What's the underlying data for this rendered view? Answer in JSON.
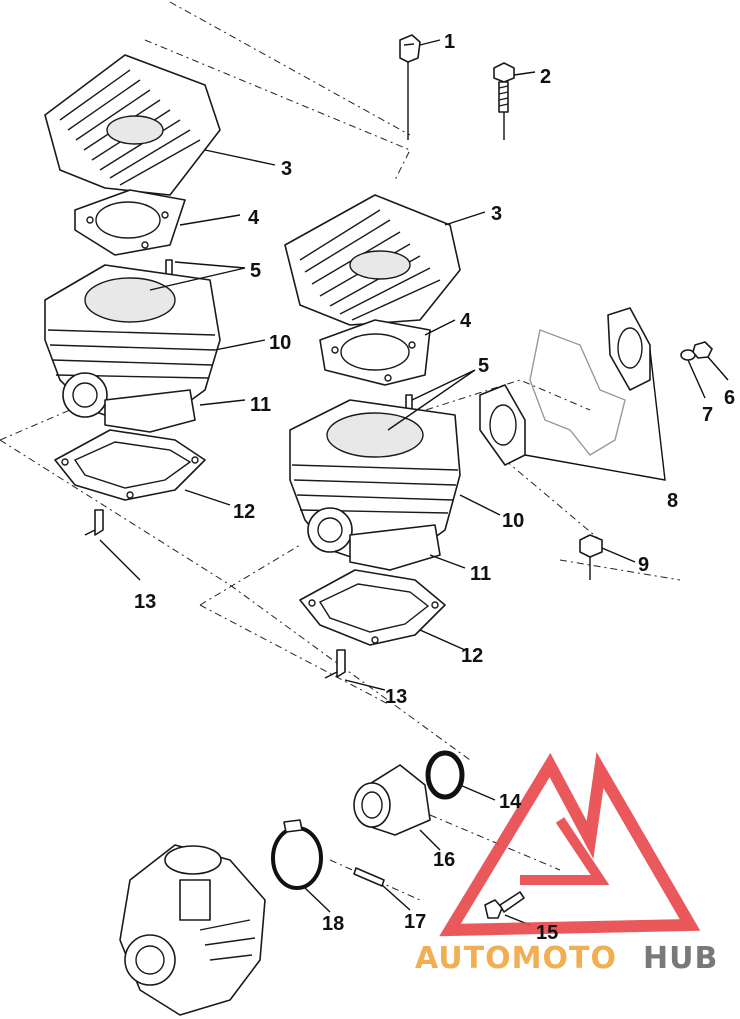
{
  "callouts": {
    "c1": "1",
    "c2": "2",
    "c3a": "3",
    "c3b": "3",
    "c4a": "4",
    "c4b": "4",
    "c5a": "5",
    "c5b": "5",
    "c6": "6",
    "c7": "7",
    "c8": "8",
    "c9": "9",
    "c10a": "10",
    "c10b": "10",
    "c11a": "11",
    "c11b": "11",
    "c12a": "12",
    "c12b": "12",
    "c13a": "13",
    "c13b": "13",
    "c14": "14",
    "c15": "15",
    "c16": "16",
    "c17": "17",
    "c18": "18"
  },
  "watermark": {
    "word_part1": "AUTOMOTO",
    "word_part2": "HUB",
    "color_primary": "#e8474a",
    "color_secondary": "#f0a640",
    "color_dark": "#6b6b6b"
  }
}
